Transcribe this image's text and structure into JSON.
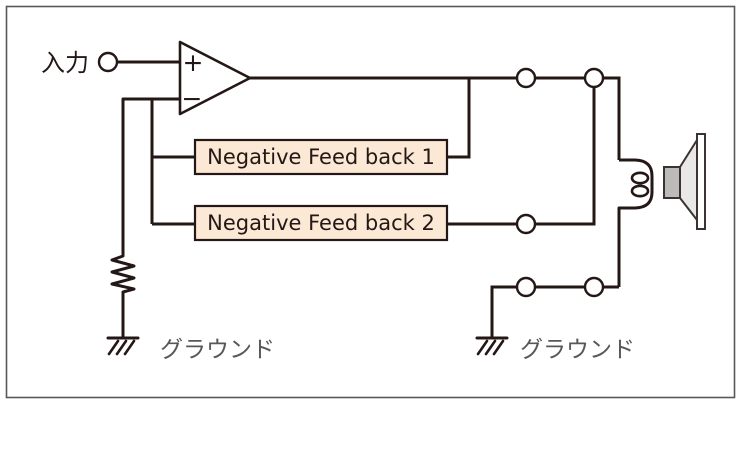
{
  "figure": {
    "type": "circuit-diagram",
    "description": "Op-amp amplifier with two negative feedback paths and speaker load",
    "labels": {
      "input": "入力",
      "opamp_plus": "+",
      "opamp_minus": "−",
      "ground_left": "グラウンド",
      "ground_right": "グラウンド"
    },
    "feedback_boxes": [
      {
        "label": "Negative Feed back 1"
      },
      {
        "label": "Negative Feed back 2"
      }
    ],
    "colors": {
      "line": "#231815",
      "box_fill": "#fbe8d5",
      "box_border": "#231815",
      "label_text": "#231815",
      "ground_text": "#595757",
      "frame_border": "#595757",
      "speaker_magnet": "#bdbaba",
      "speaker_cone": "#e9e8e7",
      "speaker_board": "#ffffff",
      "background": "#ffffff"
    }
  }
}
